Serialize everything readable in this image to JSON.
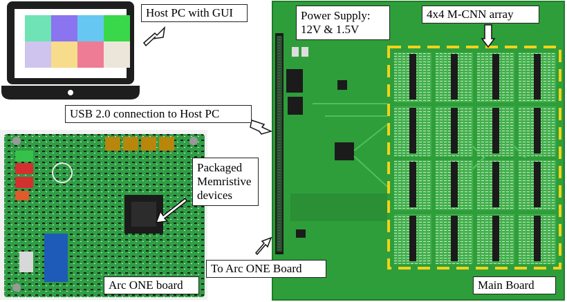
{
  "labels": {
    "host_pc": "Host PC with GUI",
    "power_supply_line1": "Power Supply:",
    "power_supply_line2": "12V & 1.5V",
    "mcnn_array": "4x4 M-CNN array",
    "usb_connection": "USB 2.0 connection to Host PC",
    "packaged_line1": "Packaged",
    "packaged_line2": "Memristive",
    "packaged_line3": "devices",
    "to_arc_one": "To Arc ONE Board",
    "arc_one_board": "Arc ONE board",
    "main_board": "Main Board"
  },
  "gui_tile_colors": [
    "#6fe3b5",
    "#8a74f0",
    "#66c8f2",
    "#39d84a",
    "#cfc4ee",
    "#f7dc8c",
    "#ee7c95",
    "#ece6da"
  ],
  "colors": {
    "pcb_green": "#2e9e3a",
    "array_dash": "#f2d21a",
    "laptop_frame": "#1e1e1e"
  }
}
